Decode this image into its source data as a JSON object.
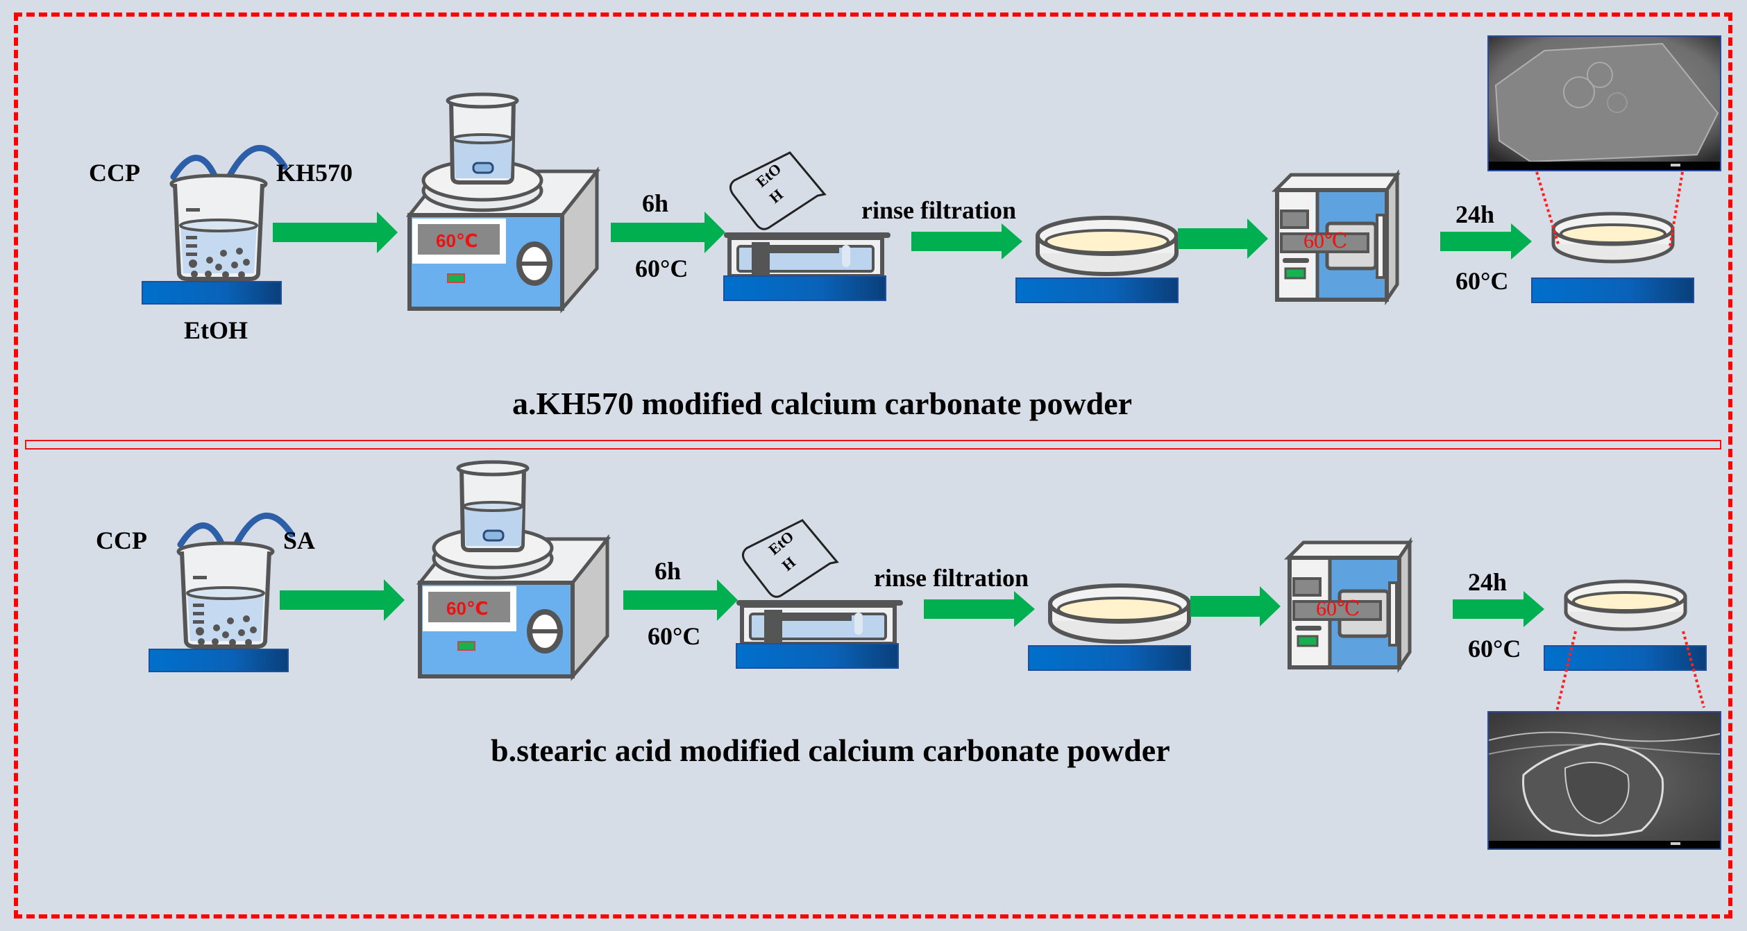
{
  "colors": {
    "background": "#d6dde6",
    "frame": "#ff0000",
    "arrow": "#00b050",
    "base_bar": "#0a62b8",
    "device_blue": "#6ab0ef",
    "powder": "#fff2cc",
    "temp_display": "#ff0000"
  },
  "panels": [
    {
      "id": "a",
      "title": "a.KH570 modified calcium carbonate powder",
      "reagent_left": "CCP",
      "reagent_right": "KH570",
      "solvent": "EtOH",
      "stirrer_display": "60℃",
      "step_time": "6h",
      "step_temp": "60°C",
      "rinse_bottle_label_1": "EtO",
      "rinse_bottle_label_2": "H",
      "rinse_label": "rinse filtration",
      "oven_display": "60℃",
      "dry_time": "24h",
      "dry_temp": "60°C",
      "sem_position": "top"
    },
    {
      "id": "b",
      "title": "b.stearic acid modified calcium carbonate powder",
      "reagent_left": "CCP",
      "reagent_right": "SA",
      "stirrer_display": "60℃",
      "step_time": "6h",
      "step_temp": "60°C",
      "rinse_bottle_label_1": "EtO",
      "rinse_bottle_label_2": "H",
      "rinse_label": "rinse filtration",
      "oven_display": "60℃",
      "dry_time": "24h",
      "dry_temp": "60°C",
      "sem_position": "bottom"
    }
  ]
}
